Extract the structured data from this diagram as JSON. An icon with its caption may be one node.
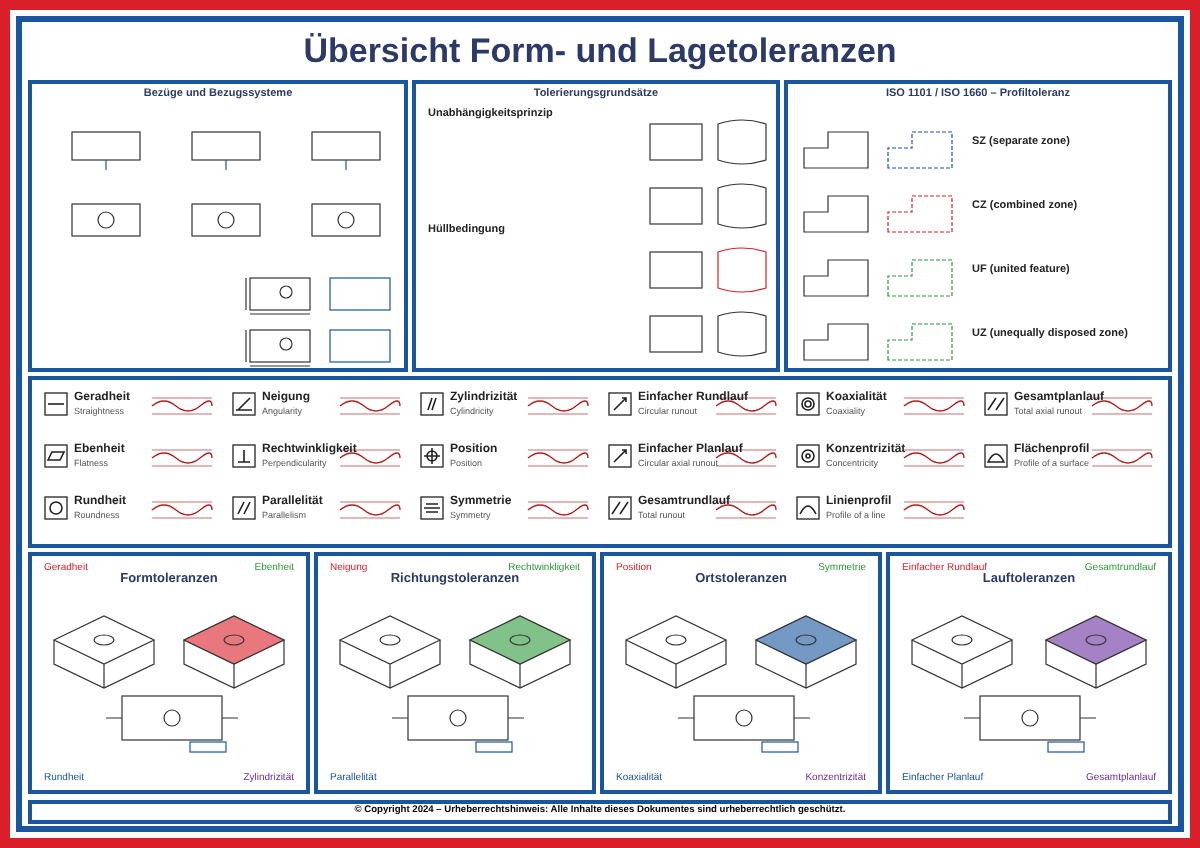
{
  "diagram": {
    "title": "Übersicht Form- und Lagetoleranzen",
    "caption": "© Copyright 2024 – Urheberrechtshinweis: Alle Inhalte dieses Dokumentes sind urheberrechtlich geschützt.",
    "nodes": [
      {
        "text": [
          "Bezüge und Bezugssysteme"
        ]
      },
      {
        "text": [
          "Tolerierungsgrundsätze"
        ]
      },
      {
        "text": [
          "ISO 1101 / ISO 1660 – Profiltoleranz"
        ]
      },
      {
        "text": [
          "Formtoleranzen",
          "Geradheit",
          "Ebenheit",
          "Rundheit",
          "Zylindrizität"
        ]
      },
      {
        "text": [
          "Richtungstoleranzen",
          "Neigung",
          "Rechtwinkligkeit",
          "Parallelität"
        ]
      },
      {
        "text": [
          "Ortstoleranzen",
          "Position",
          "Symmetrie",
          "Koaxialität",
          "Konzentrizität"
        ]
      },
      {
        "text": [
          "Lauftoleranzen",
          "Einfacher Rundlauf",
          "Gesamtrundlauf",
          "Einfacher Planlauf",
          "Gesamtplanlauf"
        ]
      }
    ],
    "labels": [
      "Unabhängigkeitsprinzip",
      "Hüllbedingung",
      "SZ (separate zone)",
      "CZ (combined zone)",
      "UF (united feature)",
      "UZ (unequally disposed zone)",
      "Geradheit",
      "Straightness",
      "Neigung",
      "Angularity",
      "Zylindrizität",
      "Cylindricity",
      "Einfacher Rundlauf",
      "Circular runout",
      "Koaxialität",
      "Coaxiality",
      "Gesamtplanlauf",
      "Total axial runout",
      "Ebenheit",
      "Flatness",
      "Rechtwinkligkeit",
      "Perpendicularity",
      "Position",
      "Position",
      "Einfacher Planlauf",
      "Circular axial runout",
      "Konzentrizität",
      "Concentricity",
      "Flächenprofil",
      "Profile of a surface",
      "Rundheit",
      "Roundness",
      "Parallelität",
      "Parallelism",
      "Symmetrie",
      "Symmetry",
      "Gesamtrundlauf",
      "Total runout",
      "Linienprofil",
      "Profile of a line"
    ]
  }
}
